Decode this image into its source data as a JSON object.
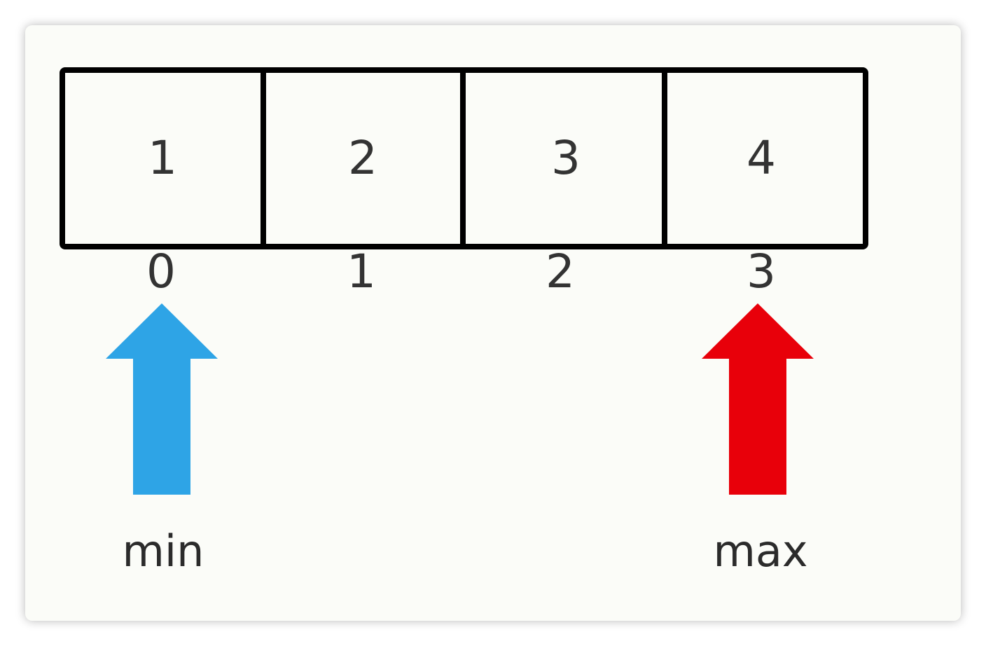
{
  "array": {
    "values": [
      "1",
      "2",
      "3",
      "4"
    ],
    "indices": [
      "0",
      "1",
      "2",
      "3"
    ]
  },
  "pointers": {
    "min": {
      "label": "min",
      "index": 0,
      "color": "#2ea4e6"
    },
    "max": {
      "label": "max",
      "index": 3,
      "color": "#e8000a"
    }
  },
  "colors": {
    "border": "#000000",
    "text": "#333333",
    "background": "#fbfcf8"
  }
}
